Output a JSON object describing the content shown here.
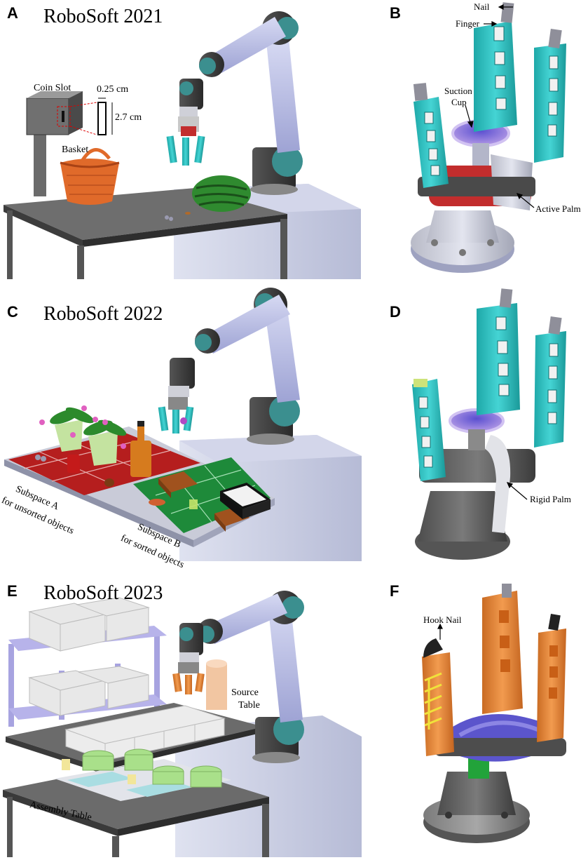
{
  "panels": {
    "a": {
      "label": "A",
      "title": "RoboSoft 2021",
      "coin_slot": "Coin Slot",
      "dim_width": "0.25 cm",
      "dim_height": "2.7 cm",
      "basket": "Basket"
    },
    "b": {
      "label": "B",
      "nail": "Nail",
      "finger": "Finger",
      "suction_cup_1": "Suction",
      "suction_cup_2": "Cup",
      "active_palm": "Active Palm"
    },
    "c": {
      "label": "C",
      "title": "RoboSoft 2022",
      "subspace_a_1": "Subspace A",
      "subspace_a_2": "for unsorted objects",
      "subspace_b_1": "Subspace B",
      "subspace_b_2": "for sorted objects"
    },
    "d": {
      "label": "D",
      "rigid_palm": "Rigid Palm"
    },
    "e": {
      "label": "E",
      "title": "RoboSoft 2023",
      "source_1": "Source",
      "source_2": "Table",
      "assembly": "Assembly Table"
    },
    "f": {
      "label": "F",
      "hook_nail": "Hook Nail"
    }
  },
  "colors": {
    "finger_teal": "#2bc1c1",
    "finger_orange": "#e98a3b",
    "palm_red": "#c22d2d",
    "cup_purple": "#6a5fd1",
    "robot_link": "#b9bde8",
    "robot_joint": "#3b8f8f",
    "table": "#4a4a4a",
    "pedestal": "#c7cbe0",
    "mat_red": "#b52020",
    "mat_green": "#1f8a3b"
  }
}
